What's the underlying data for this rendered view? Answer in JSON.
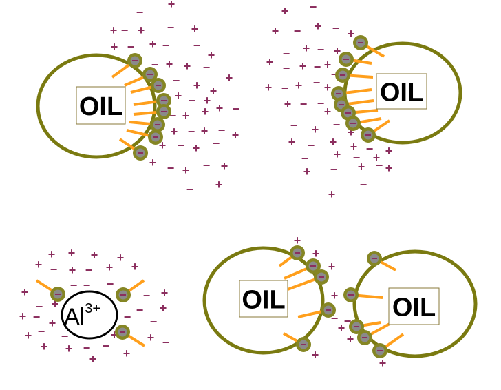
{
  "labels": {
    "oil": "OIL",
    "ion_base": "Al",
    "ion_superscript": "3+"
  },
  "symbols": {
    "positive": "+",
    "negative": "−"
  },
  "colors": {
    "droplet_outline": "#7a7a10",
    "surfactant_head": "#858624",
    "head_inner": "#8a8a8a",
    "surfactant_tail": "#ff9f1c",
    "charge": "#8b2e5e",
    "ion_outline": "#000000"
  }
}
